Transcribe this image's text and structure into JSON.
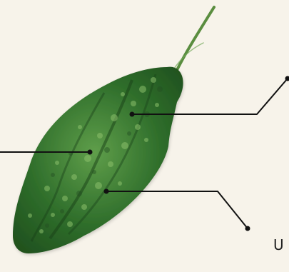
{
  "diagram": {
    "subject_label": "",
    "visible_label_fragment": "U",
    "colors": {
      "background": "#f7f3ea",
      "leader_line": "#111111",
      "gourd_dark": "#1f4f1d",
      "gourd_mid": "#2f6e2b",
      "gourd_light": "#5f9e4a",
      "stem": "#5a8d3f"
    },
    "callouts": [
      {
        "name": "upper-callout"
      },
      {
        "name": "left-callout"
      },
      {
        "name": "lower-callout"
      }
    ]
  }
}
